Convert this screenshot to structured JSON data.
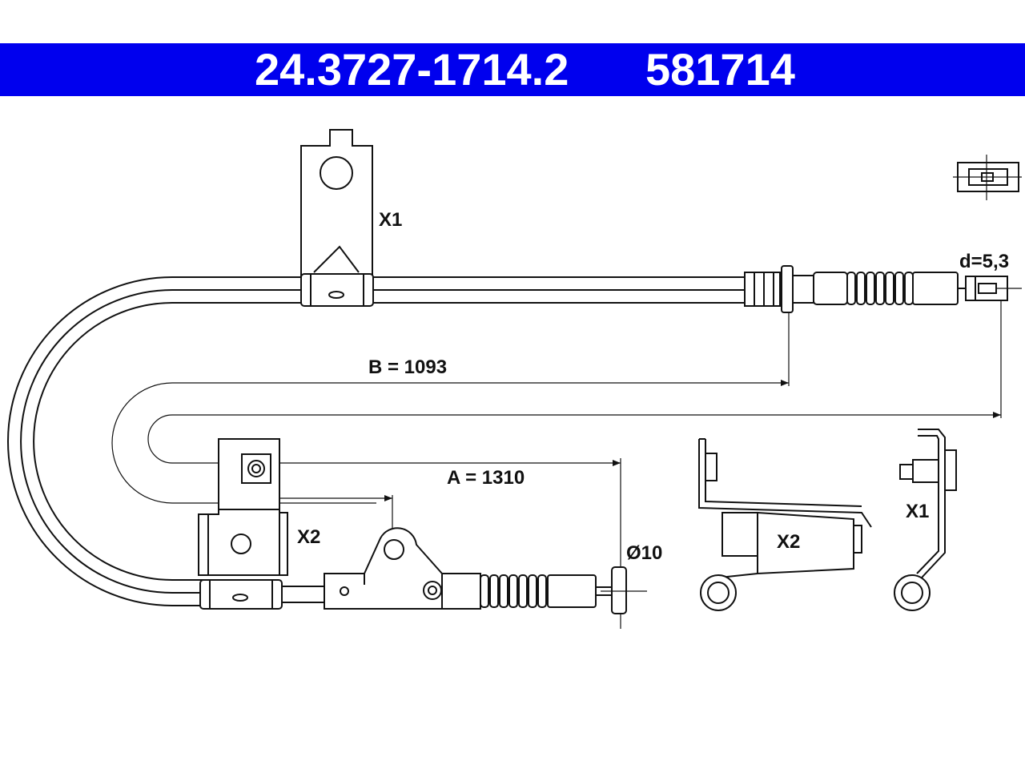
{
  "header": {
    "part_number": "24.3727-1714.2",
    "ref_number": "581714",
    "background_color": "#0000ee",
    "text_color": "#ffffff"
  },
  "labels": {
    "x1_top": "X1",
    "x2_left": "X2",
    "dim_b": "B = 1093",
    "dim_a": "A = 1310",
    "diameter": "Ø10",
    "d_value": "d=5,3",
    "x2_detail": "X2",
    "x1_detail": "X1"
  }
}
